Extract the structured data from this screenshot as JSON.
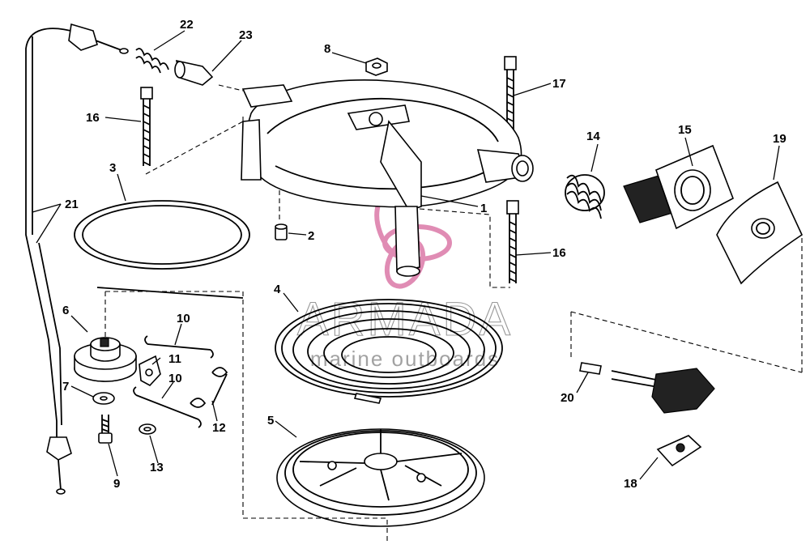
{
  "callouts": {
    "n1": "1",
    "n2": "2",
    "n3": "3",
    "n4": "4",
    "n5": "5",
    "n6": "6",
    "n7": "7",
    "n8": "8",
    "n9": "9",
    "n10a": "10",
    "n10b": "10",
    "n11": "11",
    "n12": "12",
    "n13": "13",
    "n14": "14",
    "n15": "15",
    "n16a": "16",
    "n16b": "16",
    "n17": "17",
    "n18": "18",
    "n19": "19",
    "n20": "20",
    "n21": "21",
    "n22": "22",
    "n23": "23"
  },
  "watermark": {
    "brand": "ARMADA",
    "tagline": "marine outboards",
    "logo_color": "#e08cb4"
  }
}
